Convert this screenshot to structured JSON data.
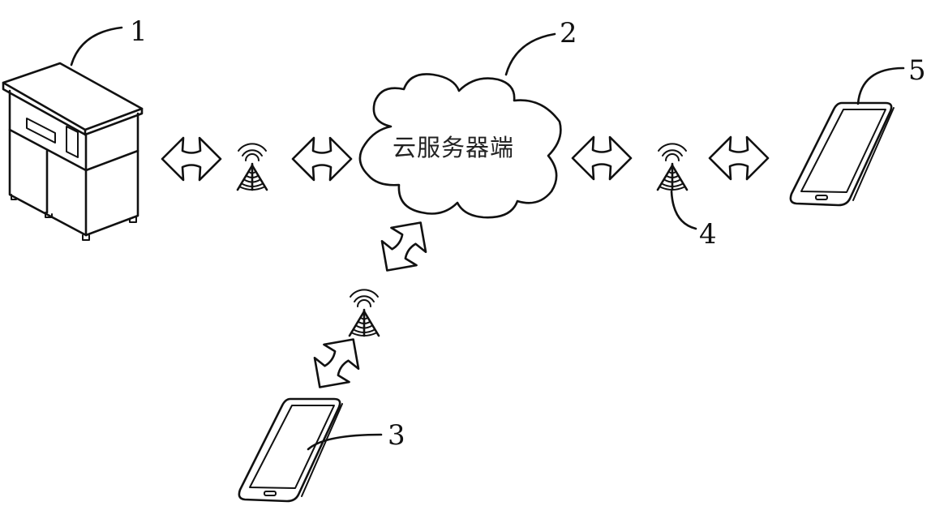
{
  "diagram": {
    "title": "",
    "nodes": {
      "cabinet": {
        "ref": "1",
        "name": "terminal-cabinet"
      },
      "cloud": {
        "ref": "2",
        "label": "云服务器端"
      },
      "phone_bottom": {
        "ref": "3",
        "name": "mobile-phone"
      },
      "tower_right": {
        "ref": "4",
        "name": "base-station"
      },
      "phone_right": {
        "ref": "5",
        "name": "mobile-phone"
      }
    },
    "connections": [
      "cabinet <-> tower_left",
      "tower_left <-> cloud",
      "cloud <-> tower_right",
      "tower_right <-> phone_right",
      "cloud <-> tower_bottom",
      "tower_bottom <-> phone_bottom"
    ],
    "colors": {
      "line": "#111111",
      "background": "#ffffff"
    }
  }
}
